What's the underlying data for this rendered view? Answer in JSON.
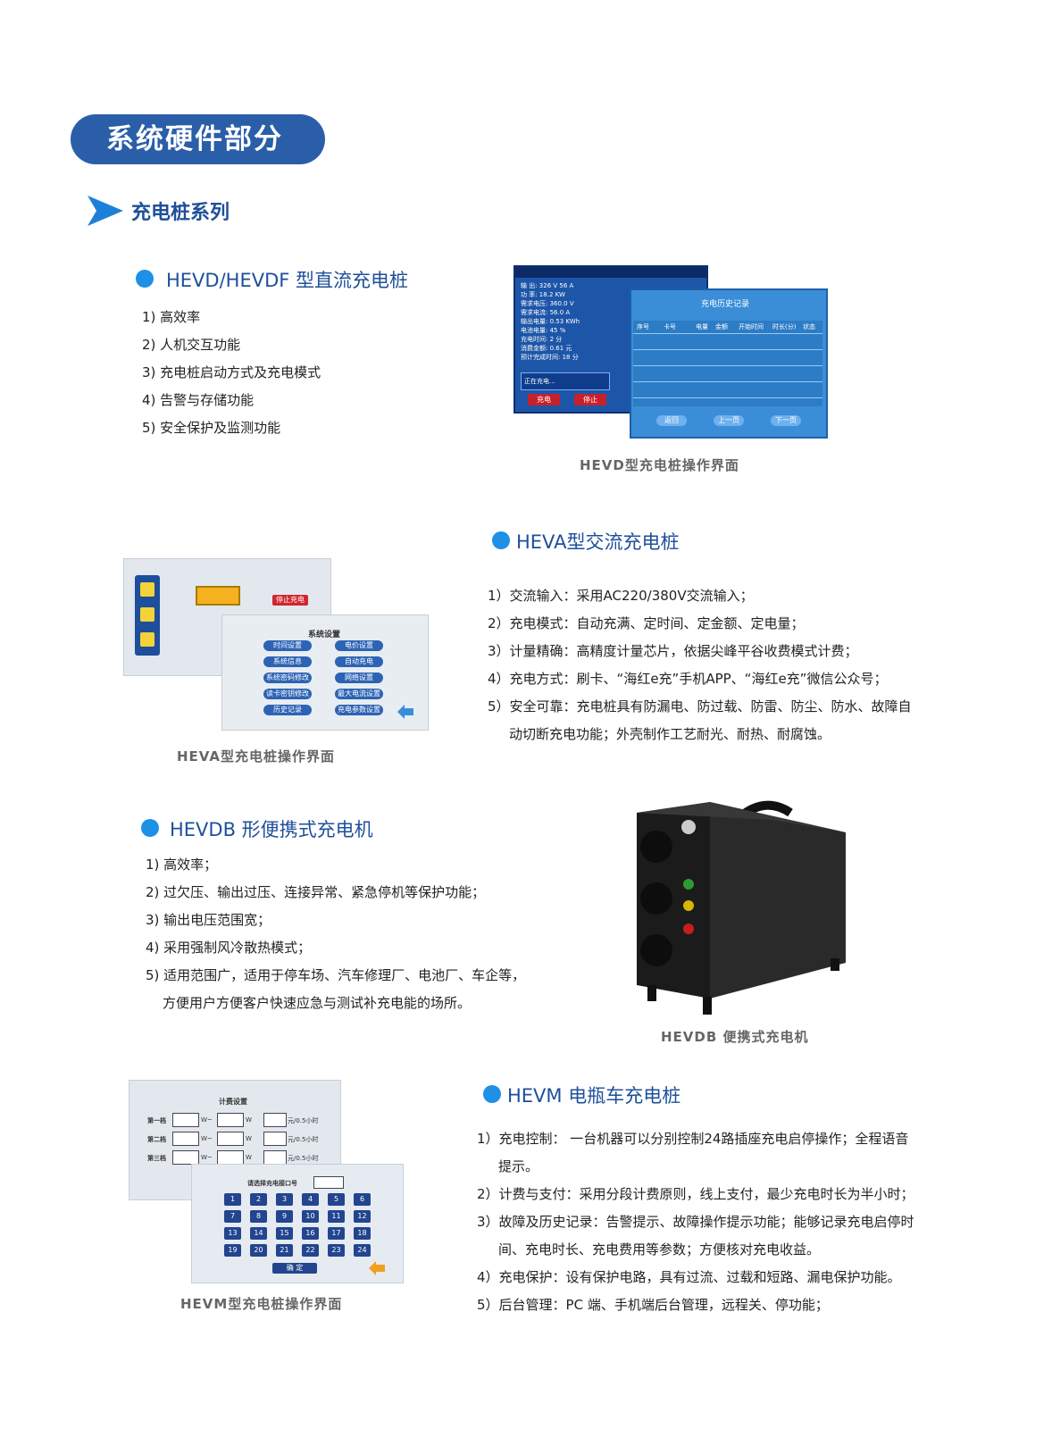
{
  "header": {
    "title": "系统硬件部分",
    "subtitle": "充电桩系列"
  },
  "sections": {
    "hevd": {
      "title": "HEVD/HEVDF 型直流充电桩",
      "items": [
        "1) 高效率",
        "2) 人机交互功能",
        "3) 充电桩启动方式及充电模式",
        "4) 告警与存储功能",
        "5) 安全保护及监测功能"
      ],
      "caption": "HEVD型充电桩操作界面",
      "screen_title": "充电历史记录",
      "screen_headers": [
        "序号",
        "卡号",
        "电量",
        "金额",
        "开始时间",
        "时长(分)",
        "状态"
      ],
      "btn_charge": "充电",
      "btn_stop": "停止",
      "btn_back": "返回",
      "btn_prev": "上一页",
      "btn_next": "下一页",
      "charging_text": "正在充电...",
      "info_lines": [
        "输 出: 326 V   56 A",
        "功 率: 18.2 KW",
        "需求电压: 360.0 V",
        "需求电流: 56.0 A",
        "输出电量: 0.53 KWh",
        "电池电量: 45 %",
        "充电时间: 2 分",
        "消费金额: 0.61 元",
        "预计完成时间: 18 分"
      ]
    },
    "heva": {
      "title": "HEVA型交流充电桩",
      "items": [
        "1）交流输入：采用AC220/380V交流输入；",
        "2）充电模式：自动充满、定时间、定金额、定电量；",
        "3）计量精确：高精度计量芯片，依据尖峰平谷收费模式计费；",
        "4）充电方式：刷卡、“海红e充”手机APP、“海红e充”微信公众号；",
        "5）安全可靠：充电桩具有防漏电、防过载、防雷、防尘、防水、故障自",
        "动切断充电功能；外壳制作工艺耐光、耐热、耐腐蚀。"
      ],
      "caption": "HEVA型充电桩操作界面",
      "screen_title": "系统设置",
      "stop_btn": "停止充电",
      "buttons": [
        "时间设置",
        "电价设置",
        "系统信息",
        "自动充电",
        "系统密码修改",
        "网络设置",
        "读卡密钥修改",
        "最大电流设置",
        "历史记录",
        "充电参数设置"
      ]
    },
    "hevdb": {
      "title": "HEVDB 形便携式充电机",
      "items": [
        "1) 高效率；",
        "2) 过欠压、输出过压、连接异常、紧急停机等保护功能；",
        "3) 输出电压范围宽；",
        "4) 采用强制风冷散热模式；",
        "5) 适用范围广，适用于停车场、汽车修理厂、电池厂、车企等，",
        "方便用户方便客户快速应急与测试补充电能的场所。"
      ],
      "caption": "HEVDB 便携式充电机"
    },
    "hevm": {
      "title": "HEVM 电瓶车充电桩",
      "items": [
        "1）充电控制： 一台机器可以分别控制24路插座充电启停操作；全程语音",
        "提示。",
        "2）计费与支付：采用分段计费原则，线上支付，最少充电时长为半小时；",
        "3）故障及历史记录：告警提示、故障操作提示功能；能够记录充电启停时",
        "间、充电时长、充电费用等参数；方便核对充电收益。",
        "4）充电保护：设有保护电路，具有过流、过载和短路、漏电保护功能。",
        "5）后台管理：PC 端、手机端后台管理，远程关、停功能；"
      ],
      "caption": "HEVM型充电桩操作界面",
      "screen_title": "计费设置",
      "select_title": "请选择充电接口号",
      "tiers": [
        "第一档",
        "第二档",
        "第三档"
      ],
      "unit_w": "W~",
      "unit_w2": "W",
      "price_unit": "元/0.5小时",
      "confirm": "确 定",
      "keys": [
        "1",
        "2",
        "3",
        "4",
        "5",
        "6",
        "7",
        "8",
        "9",
        "10",
        "11",
        "12",
        "13",
        "14",
        "15",
        "16",
        "17",
        "18",
        "19",
        "20",
        "21",
        "22",
        "23",
        "24"
      ]
    }
  },
  "colors": {
    "brand": "#2a5ea8",
    "heading": "#1e4f9a",
    "dot": "#1e90e6"
  }
}
